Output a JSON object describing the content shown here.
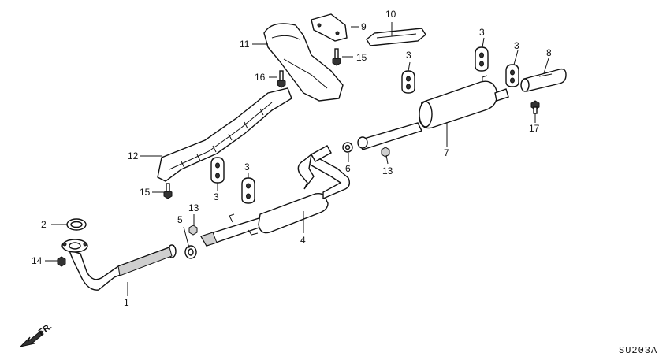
{
  "callouts": [
    {
      "id": "c1",
      "text": "1"
    },
    {
      "id": "c2",
      "text": "2"
    },
    {
      "id": "c3a",
      "text": "3"
    },
    {
      "id": "c3b",
      "text": "3"
    },
    {
      "id": "c3c",
      "text": "3"
    },
    {
      "id": "c3d",
      "text": "3"
    },
    {
      "id": "c3e",
      "text": "3"
    },
    {
      "id": "c4",
      "text": "4"
    },
    {
      "id": "c5",
      "text": "5"
    },
    {
      "id": "c6",
      "text": "6"
    },
    {
      "id": "c7",
      "text": "7"
    },
    {
      "id": "c8",
      "text": "8"
    },
    {
      "id": "c9",
      "text": "9"
    },
    {
      "id": "c10",
      "text": "10"
    },
    {
      "id": "c11",
      "text": "11"
    },
    {
      "id": "c12",
      "text": "12"
    },
    {
      "id": "c13a",
      "text": "13"
    },
    {
      "id": "c13b",
      "text": "13"
    },
    {
      "id": "c14",
      "text": "14"
    },
    {
      "id": "c15a",
      "text": "15"
    },
    {
      "id": "c15b",
      "text": "15"
    },
    {
      "id": "c16",
      "text": "16"
    },
    {
      "id": "c17",
      "text": "17"
    }
  ],
  "front_indicator": "FR.",
  "diagram_code": "SU203A"
}
